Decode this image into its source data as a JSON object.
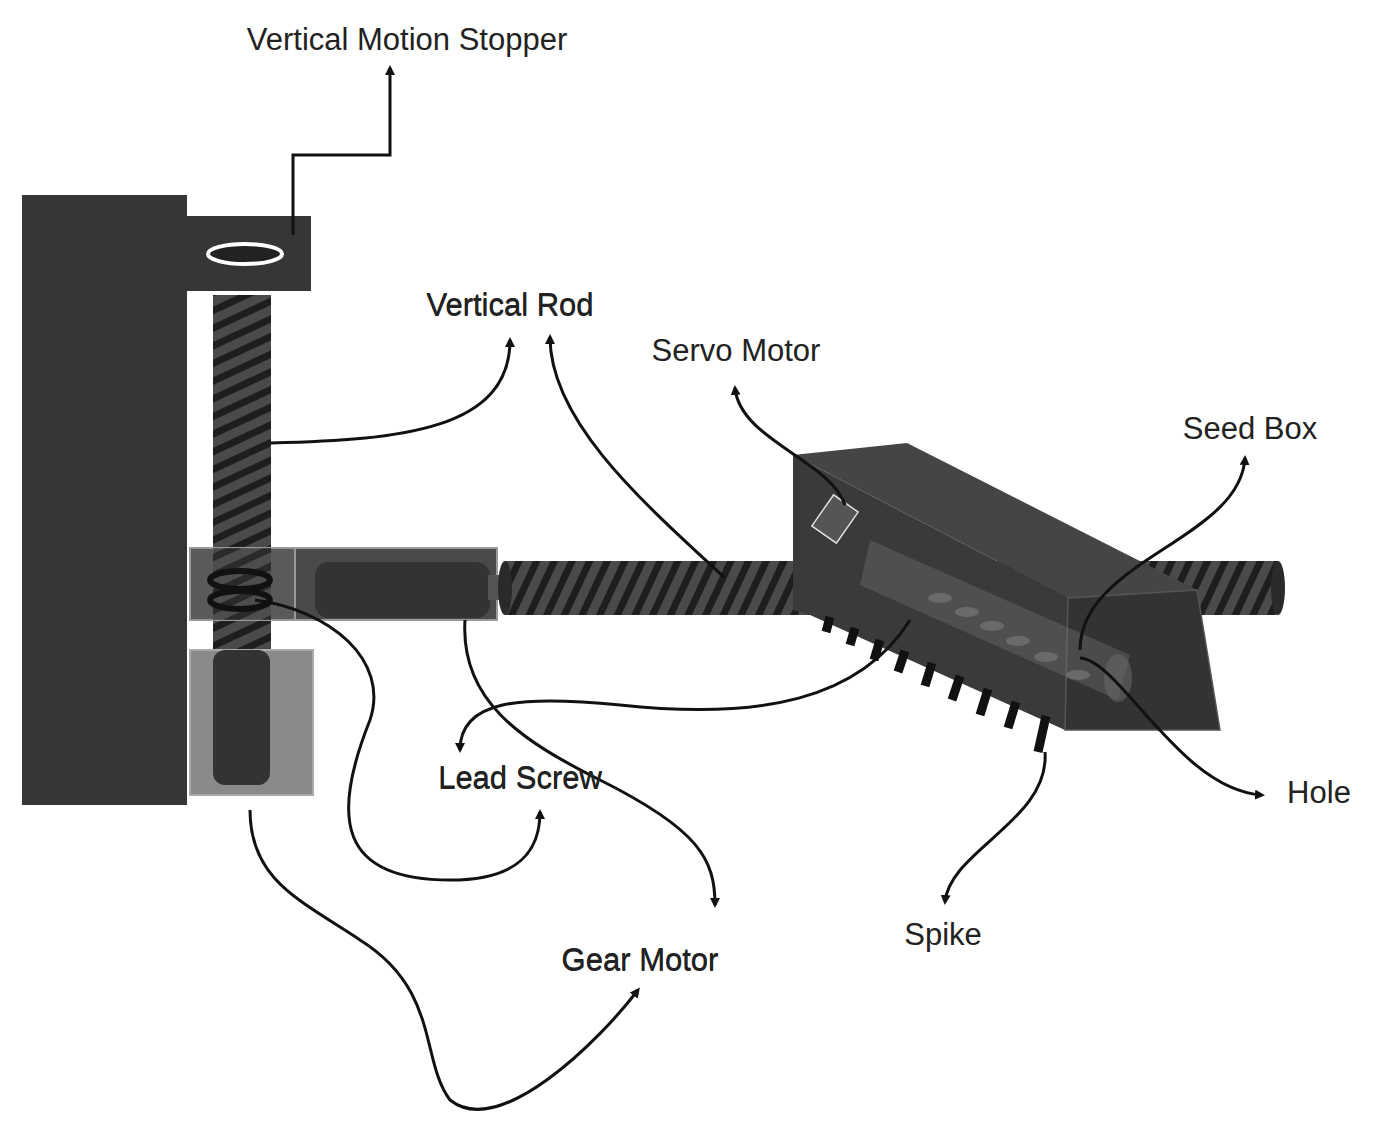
{
  "diagram": {
    "labels": [
      "Vertical Motion Stopper",
      "Vertical Rod",
      "Vertical Rod",
      "Servo Motor",
      "Seed Box",
      "Lead Screw",
      "Lead Screw",
      "Hole",
      "Gear Motor",
      "Gear Motor",
      "Spike"
    ]
  }
}
